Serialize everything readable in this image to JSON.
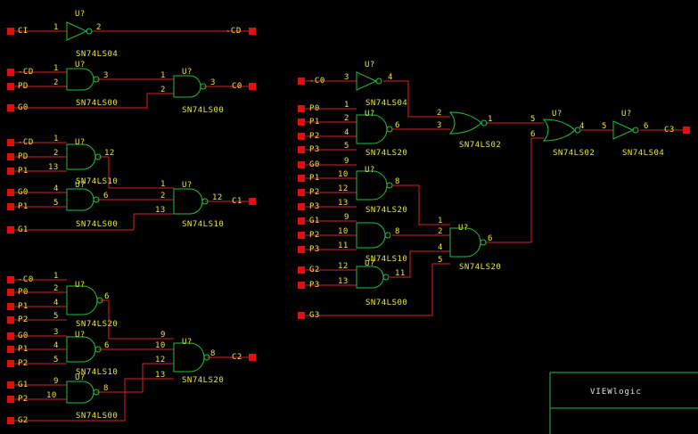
{
  "inputs": [
    "CI",
    "-CD",
    "PD",
    "G0",
    "-CD",
    "PD",
    "P1",
    "G0",
    "P1",
    "G1",
    "-C0",
    "P0",
    "P1",
    "P2",
    "G0",
    "P1",
    "P2",
    "G1",
    "P2",
    "G2",
    "-C0",
    "P0",
    "P1",
    "P2",
    "P3",
    "G0",
    "P1",
    "P2",
    "P3",
    "G1",
    "P2",
    "P3",
    "G2",
    "P3",
    "G3"
  ],
  "outputs": [
    "-CD",
    "C0",
    "C1",
    "C2",
    "C3"
  ],
  "instance": "U?",
  "parts": {
    "inv": "SN74LS04",
    "nand2": "SN74LS00",
    "nand3": "SN74LS10",
    "nand4": "SN74LS20",
    "nor2": "SN74LS02"
  },
  "pins": [
    "1",
    "2",
    "3",
    "4",
    "5",
    "6",
    "8",
    "9",
    "10",
    "11",
    "12",
    "13"
  ],
  "title_block": {
    "logo": "VIEWlogic"
  },
  "colors": {
    "wire": "#d82020",
    "gate": "#20c040",
    "label": "#e8e840",
    "background": "#000000"
  }
}
